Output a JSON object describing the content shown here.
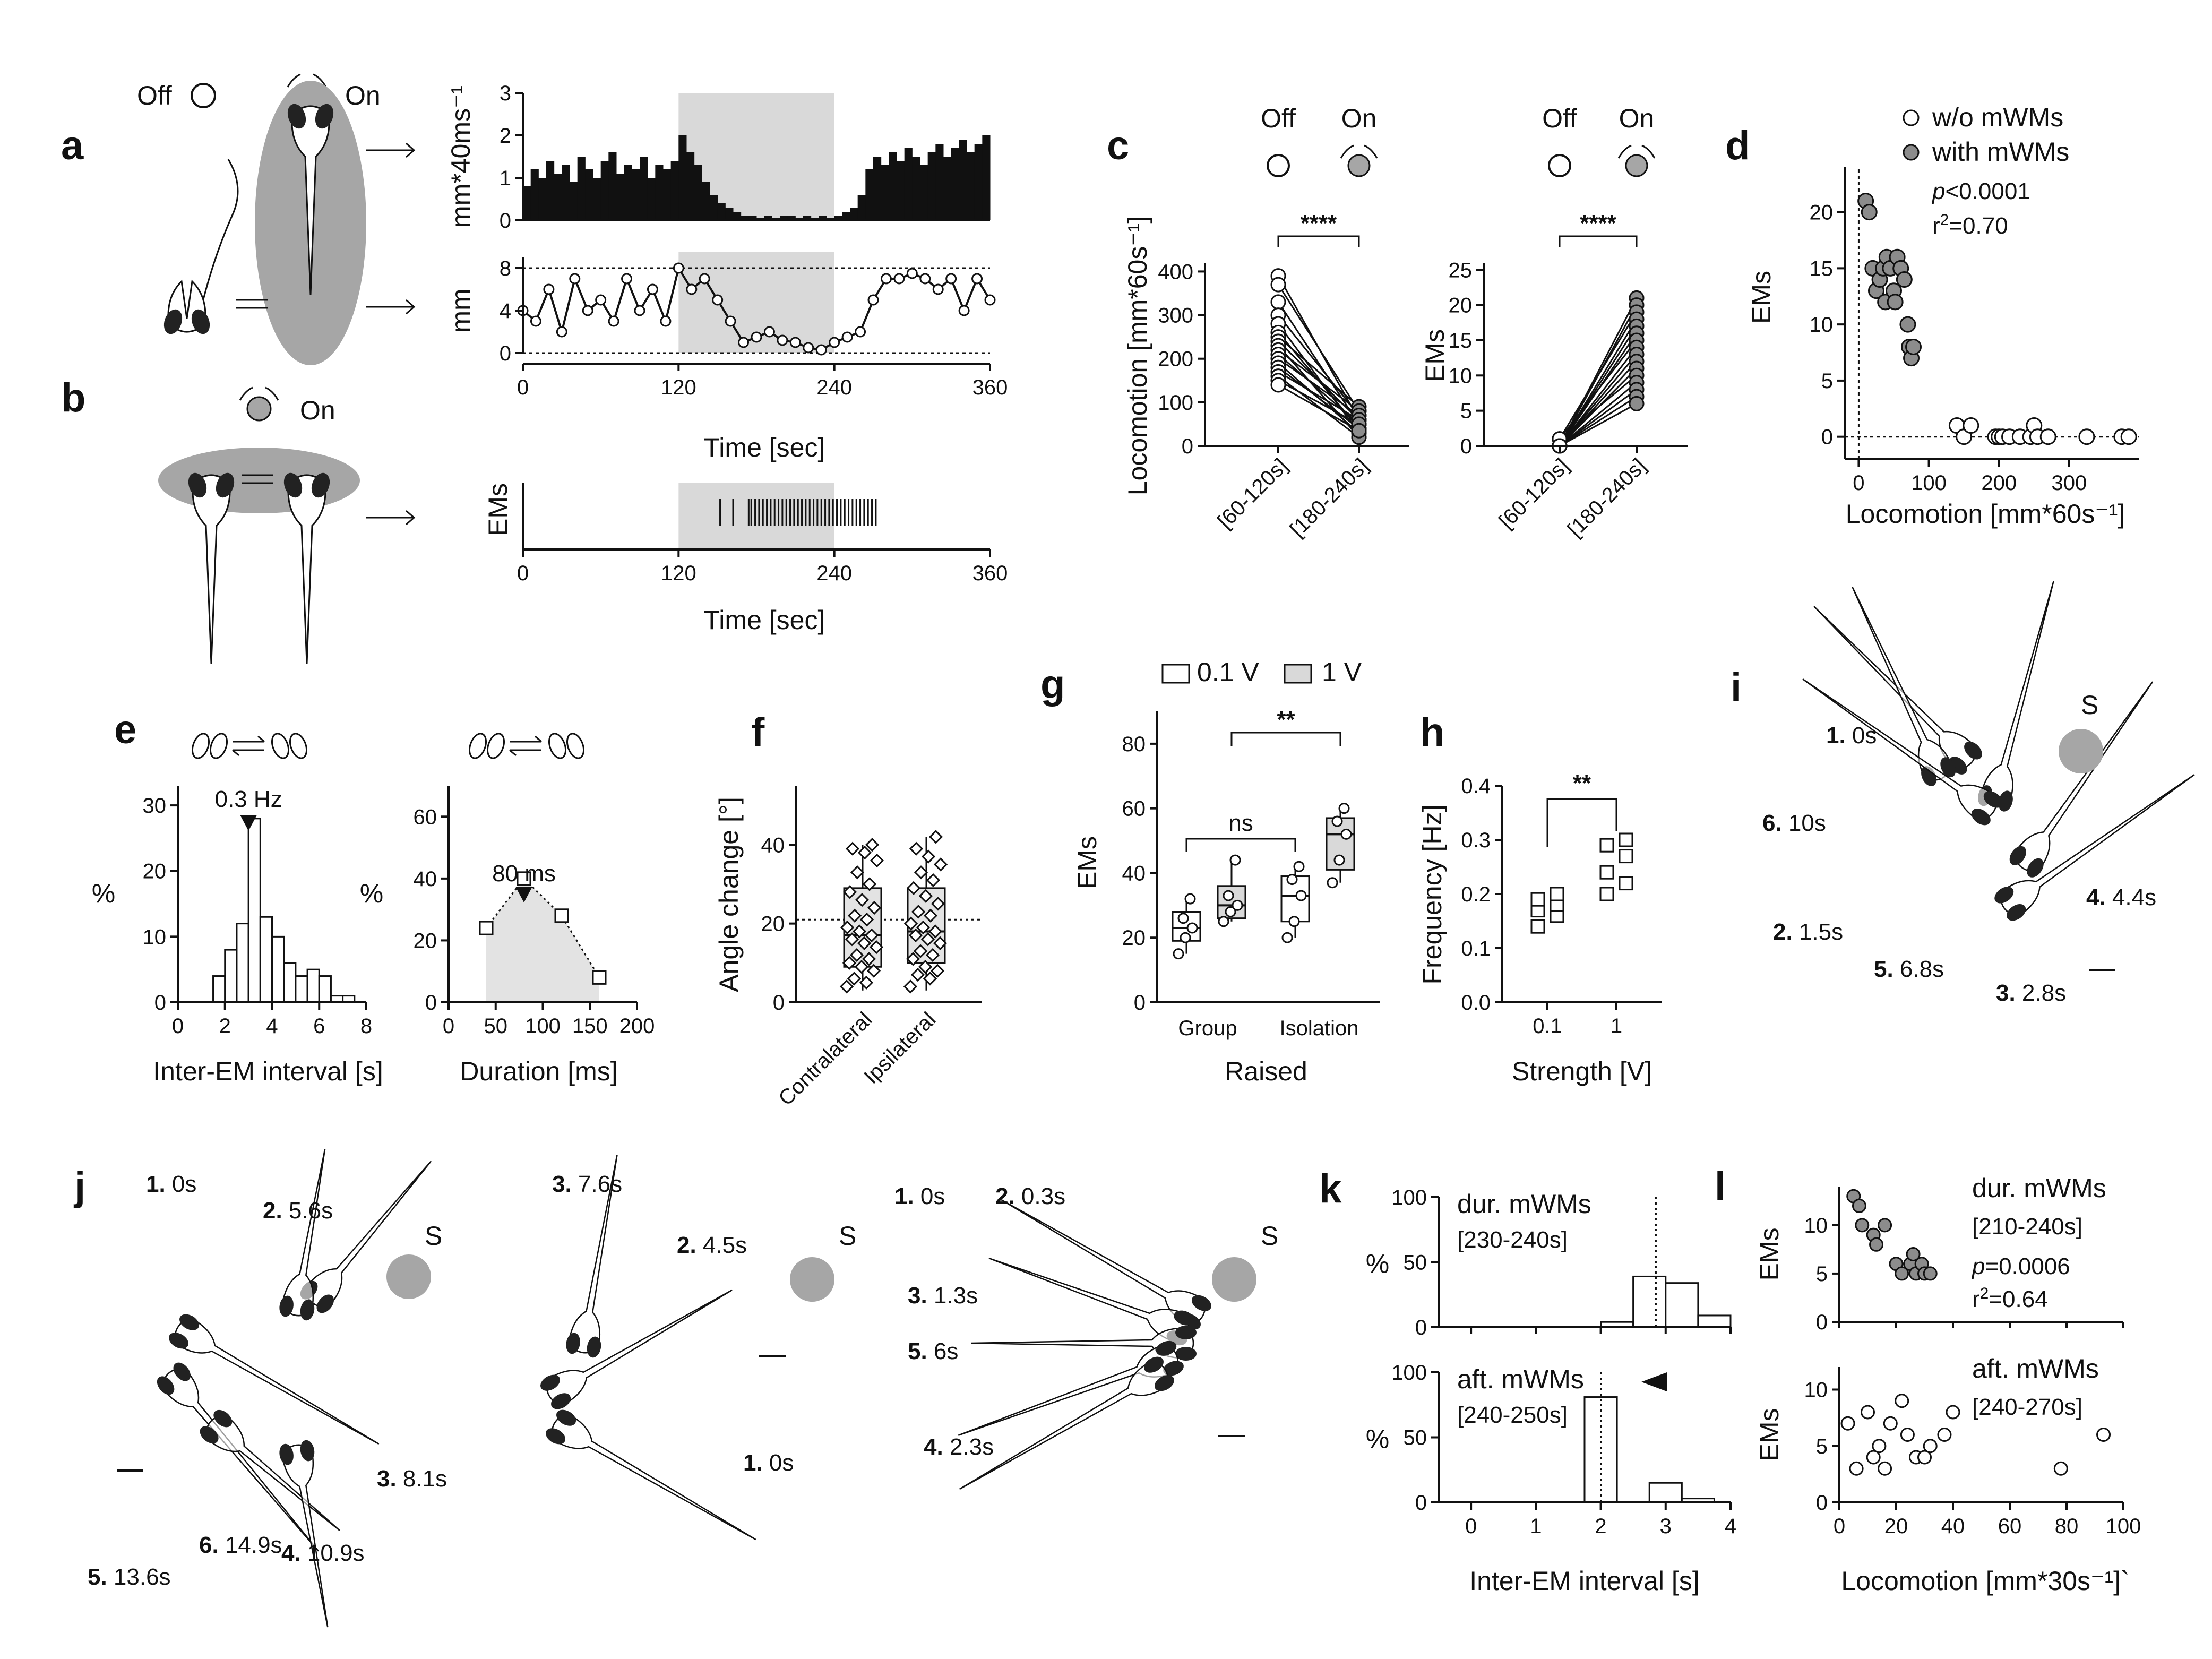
{
  "panel_labels": {
    "a": "a",
    "b": "b",
    "c": "c",
    "d": "d",
    "e": "e",
    "f": "f",
    "g": "g",
    "h": "h",
    "i": "i",
    "j": "j",
    "k": "k",
    "l": "l"
  },
  "stim": {
    "off": "Off",
    "on": "On"
  },
  "panel_i": {
    "source": "S",
    "labels": [
      {
        "n": "1.",
        "t": "0s"
      },
      {
        "n": "6.",
        "t": "10s"
      },
      {
        "n": "2.",
        "t": "1.5s"
      },
      {
        "n": "5.",
        "t": "6.8s"
      },
      {
        "n": "3.",
        "t": "2.8s"
      },
      {
        "n": "4.",
        "t": "4.4s"
      }
    ]
  },
  "panel_j": {
    "source": "S",
    "left": [
      {
        "n": "1.",
        "t": "0s"
      },
      {
        "n": "2.",
        "t": "5.6s"
      },
      {
        "n": "3.",
        "t": "8.1s"
      },
      {
        "n": "4.",
        "t": "10.9s"
      },
      {
        "n": "6.",
        "t": "14.9s"
      },
      {
        "n": "5.",
        "t": "13.6s"
      }
    ],
    "middle": [
      {
        "n": "3.",
        "t": "7.6s"
      },
      {
        "n": "2.",
        "t": "4.5s"
      },
      {
        "n": "1.",
        "t": "0s"
      }
    ],
    "right": [
      {
        "n": "1.",
        "t": "0s"
      },
      {
        "n": "2.",
        "t": "0.3s"
      },
      {
        "n": "3.",
        "t": "1.3s"
      },
      {
        "n": "5.",
        "t": "6s"
      },
      {
        "n": "4.",
        "t": "2.3s"
      }
    ]
  },
  "chart_data": [
    {
      "id": "a_top",
      "type": "bar",
      "ylabel": "mm*40ms⁻¹",
      "xlim": [
        0,
        360
      ],
      "ylim": [
        0,
        3
      ],
      "yticks": [
        "0",
        "1",
        "2",
        "3"
      ],
      "shaded": [
        120,
        240
      ],
      "x": [
        0,
        6,
        12,
        18,
        24,
        30,
        36,
        42,
        48,
        54,
        60,
        66,
        72,
        78,
        84,
        90,
        96,
        102,
        108,
        114,
        120,
        126,
        132,
        138,
        144,
        150,
        156,
        162,
        168,
        174,
        180,
        186,
        192,
        198,
        204,
        210,
        216,
        222,
        228,
        234,
        240,
        246,
        252,
        258,
        264,
        270,
        276,
        282,
        288,
        294,
        300,
        306,
        312,
        318,
        324,
        330,
        336,
        342,
        348,
        354
      ],
      "values": [
        0.8,
        1.2,
        1.0,
        1.4,
        1.1,
        1.3,
        0.9,
        1.5,
        1.2,
        1.0,
        1.4,
        1.6,
        1.1,
        1.3,
        1.2,
        1.5,
        1.0,
        1.3,
        1.2,
        1.4,
        2.0,
        1.6,
        1.3,
        0.9,
        0.6,
        0.4,
        0.3,
        0.2,
        0.1,
        0.1,
        0.05,
        0.1,
        0.05,
        0.1,
        0.1,
        0.05,
        0.1,
        0.05,
        0.1,
        0.05,
        0.1,
        0.2,
        0.3,
        0.6,
        1.2,
        1.5,
        1.3,
        1.6,
        1.4,
        1.7,
        1.5,
        1.3,
        1.6,
        1.8,
        1.5,
        1.7,
        1.9,
        1.6,
        1.8,
        2.0
      ]
    },
    {
      "id": "a_mid",
      "type": "scatter",
      "ylabel": "mm",
      "xlabel": "Time [sec]",
      "xlim": [
        0,
        360
      ],
      "ylim": [
        0,
        8
      ],
      "yticks": [
        "0",
        "4",
        "8"
      ],
      "xticks": [
        "0",
        "120",
        "240",
        "360"
      ],
      "shaded": [
        120,
        240
      ],
      "x": [
        0,
        10,
        20,
        30,
        40,
        50,
        60,
        70,
        80,
        90,
        100,
        110,
        120,
        130,
        140,
        150,
        160,
        170,
        180,
        190,
        200,
        210,
        220,
        230,
        240,
        250,
        260,
        270,
        280,
        290,
        300,
        310,
        320,
        330,
        340,
        350,
        360
      ],
      "y": [
        4,
        3,
        6,
        2,
        7,
        4,
        5,
        3,
        7,
        4,
        6,
        3,
        8,
        6,
        7,
        5,
        3,
        1,
        1.5,
        2,
        1.2,
        1,
        0.5,
        0.3,
        1,
        1.5,
        2,
        5,
        7,
        7,
        7.5,
        7,
        6,
        7,
        4,
        7,
        5
      ]
    },
    {
      "id": "b",
      "type": "event",
      "ylabel": "EMs",
      "xlabel": "Time [sec]",
      "xlim": [
        0,
        360
      ],
      "xticks": [
        "0",
        "120",
        "240",
        "360"
      ],
      "shaded": [
        120,
        240
      ],
      "events": [
        152,
        162,
        174,
        176,
        179,
        182,
        185,
        188,
        191,
        194,
        197,
        200,
        203,
        206,
        209,
        212,
        215,
        218,
        221,
        224,
        227,
        230,
        233,
        236,
        239,
        242,
        245,
        248,
        251,
        254,
        257,
        260,
        263,
        266,
        269,
        272
      ]
    },
    {
      "id": "c_left",
      "type": "paired",
      "ylabel": "Locomotion [mm*60s⁻¹]",
      "categories": [
        "[60-120s]",
        "[180-240s]"
      ],
      "ylim": [
        0,
        400
      ],
      "yticks": [
        "0",
        "100",
        "200",
        "300",
        "400"
      ],
      "significance": "****",
      "pairs": [
        [
          390,
          60
        ],
        [
          370,
          80
        ],
        [
          330,
          50
        ],
        [
          300,
          70
        ],
        [
          280,
          30
        ],
        [
          260,
          40
        ],
        [
          250,
          90
        ],
        [
          240,
          60
        ],
        [
          230,
          20
        ],
        [
          220,
          80
        ],
        [
          210,
          50
        ],
        [
          200,
          70
        ],
        [
          190,
          30
        ],
        [
          180,
          40
        ],
        [
          170,
          60
        ],
        [
          160,
          20
        ],
        [
          150,
          50
        ],
        [
          140,
          35
        ]
      ]
    },
    {
      "id": "c_right",
      "type": "paired",
      "ylabel": "EMs",
      "categories": [
        "[60-120s]",
        "[180-240s]"
      ],
      "ylim": [
        0,
        25
      ],
      "yticks": [
        "0",
        "5",
        "10",
        "15",
        "20",
        "25"
      ],
      "significance": "****",
      "pairs": [
        [
          0,
          21
        ],
        [
          0,
          20
        ],
        [
          1,
          19
        ],
        [
          0,
          18
        ],
        [
          0,
          17
        ],
        [
          0,
          16
        ],
        [
          1,
          15
        ],
        [
          0,
          14
        ],
        [
          0,
          13
        ],
        [
          0,
          12
        ],
        [
          0,
          11
        ],
        [
          1,
          10
        ],
        [
          0,
          9
        ],
        [
          0,
          8
        ],
        [
          0,
          7
        ],
        [
          0,
          6
        ]
      ]
    },
    {
      "id": "d",
      "type": "scatter",
      "xlabel": "Locomotion [mm*60s⁻¹]",
      "ylabel": "EMs",
      "xlim": [
        -20,
        400
      ],
      "ylim": [
        -2,
        24
      ],
      "xticks": [
        "0",
        "100",
        "200",
        "300"
      ],
      "yticks": [
        "0",
        "5",
        "10",
        "15",
        "20"
      ],
      "legend": [
        "w/o mWMs",
        "with mWMs"
      ],
      "p_label": "p",
      "p_value": "<0.0001",
      "r2_label": "r",
      "r2_sup": "2",
      "r2_value": "=0.70",
      "series": [
        {
          "name": "w/o mWMs",
          "color": "#ffffff",
          "x": [
            140,
            150,
            160,
            195,
            200,
            205,
            215,
            230,
            245,
            250,
            255,
            270,
            325,
            375,
            385
          ],
          "y": [
            1,
            0,
            1,
            0,
            0,
            0,
            0,
            0,
            0,
            1,
            0,
            0,
            0,
            0,
            0
          ]
        },
        {
          "name": "with mWMs",
          "color": "#8c8c8c",
          "x": [
            10,
            15,
            20,
            25,
            30,
            35,
            38,
            40,
            45,
            50,
            52,
            55,
            60,
            65,
            70,
            72,
            75,
            78
          ],
          "y": [
            21,
            20,
            15,
            13,
            14,
            15,
            12,
            16,
            15,
            13,
            12,
            16,
            15,
            14,
            10,
            8,
            7,
            8
          ]
        }
      ]
    },
    {
      "id": "e_left",
      "type": "histogram",
      "xlabel": "Inter-EM interval [s]",
      "ylabel": "%",
      "xlim": [
        0,
        8
      ],
      "ylim": [
        0,
        33
      ],
      "xticks": [
        "0",
        "2",
        "4",
        "6",
        "8"
      ],
      "yticks": [
        "0",
        "10",
        "20",
        "30"
      ],
      "annotation": "0.3 Hz",
      "annotation_x": 3,
      "bins": [
        [
          1.5,
          2
        ],
        [
          2,
          2.5
        ],
        [
          2.5,
          3
        ],
        [
          3,
          3.5
        ],
        [
          3.5,
          4
        ],
        [
          4,
          4.5
        ],
        [
          4.5,
          5
        ],
        [
          5,
          5.5
        ],
        [
          5.5,
          6
        ],
        [
          6,
          6.5
        ],
        [
          6.5,
          7
        ],
        [
          7,
          7.5
        ]
      ],
      "values": [
        4,
        8,
        12,
        28,
        13,
        10,
        6,
        4,
        5,
        4,
        1,
        1
      ]
    },
    {
      "id": "e_right",
      "type": "area_line",
      "xlabel": "Duration [ms]",
      "ylabel": "%",
      "xlim": [
        0,
        200
      ],
      "ylim": [
        0,
        70
      ],
      "xticks": [
        "0",
        "50",
        "100",
        "150",
        "200"
      ],
      "yticks": [
        "0",
        "20",
        "40",
        "60"
      ],
      "annotation": "80 ms",
      "annotation_x": 80,
      "x": [
        40,
        80,
        120,
        160
      ],
      "y": [
        24,
        40,
        28,
        8
      ]
    },
    {
      "id": "f",
      "type": "box",
      "ylabel": "Angle change [°]",
      "categories": [
        "Contralateral",
        "Ipsilateral"
      ],
      "ylim": [
        0,
        55
      ],
      "yticks": [
        "0",
        "20",
        "40"
      ],
      "refline": 21,
      "boxes": [
        {
          "min": 3,
          "q1": 9,
          "median": 17,
          "q3": 29,
          "max": 40
        },
        {
          "min": 3,
          "q1": 10,
          "median": 18,
          "q3": 29,
          "max": 42
        }
      ],
      "points": [
        [
          4,
          5,
          6,
          8,
          9,
          10,
          11,
          12,
          14,
          15,
          16,
          17,
          18,
          19,
          21,
          22,
          24,
          26,
          28,
          30,
          33,
          36,
          38,
          39,
          40
        ],
        [
          4,
          6,
          7,
          8,
          9,
          11,
          12,
          13,
          15,
          16,
          17,
          18,
          19,
          20,
          22,
          23,
          25,
          27,
          29,
          31,
          33,
          35,
          37,
          39,
          42
        ]
      ]
    },
    {
      "id": "g",
      "type": "box",
      "ylabel": "EMs",
      "xlabel": "Raised",
      "categories": [
        "Group",
        "Isolation"
      ],
      "ylim": [
        0,
        90
      ],
      "yticks": [
        "0",
        "20",
        "40",
        "60",
        "80"
      ],
      "legend": [
        "0.1 V",
        "1 V"
      ],
      "sig_low": "ns",
      "sig_high": "**",
      "boxes": [
        {
          "group": "Group",
          "series": "0.1 V",
          "min": 15,
          "q1": 19,
          "median": 23,
          "q3": 28,
          "max": 32,
          "points": [
            15,
            20,
            23,
            26,
            32
          ]
        },
        {
          "group": "Group",
          "series": "1 V",
          "min": 25,
          "q1": 26,
          "median": 30,
          "q3": 36,
          "max": 44,
          "points": [
            25,
            28,
            30,
            33,
            44
          ]
        },
        {
          "group": "Isolation",
          "series": "0.1 V",
          "min": 20,
          "q1": 25,
          "median": 33,
          "q3": 39,
          "max": 42,
          "points": [
            20,
            25,
            33,
            38,
            42
          ]
        },
        {
          "group": "Isolation",
          "series": "1 V",
          "min": 37,
          "q1": 41,
          "median": 52,
          "q3": 57,
          "max": 60,
          "points": [
            37,
            44,
            52,
            56,
            60
          ]
        }
      ]
    },
    {
      "id": "h",
      "type": "scatter",
      "xlabel": "Strength [V]",
      "ylabel": "Frequency [Hz]",
      "categories": [
        "0.1",
        "1"
      ],
      "ylim": [
        0,
        0.4
      ],
      "yticks": [
        "0.0",
        "0.1",
        "0.2",
        "0.3",
        "0.4"
      ],
      "significance": "**",
      "series": [
        {
          "name": "0.1",
          "y": [
            0.14,
            0.16,
            0.17,
            0.18,
            0.19,
            0.2
          ]
        },
        {
          "name": "1",
          "y": [
            0.2,
            0.22,
            0.24,
            0.27,
            0.29,
            0.3
          ]
        }
      ]
    },
    {
      "id": "k_top",
      "type": "histogram",
      "ylabel": "%",
      "title": "dur. mWMs",
      "subtitle": "[230-240s]",
      "xlim": [
        -0.5,
        4
      ],
      "ylim": [
        0,
        100
      ],
      "yticks": [
        "0",
        "50",
        "100"
      ],
      "refline": 2.85,
      "bins": [
        [
          2,
          2.5
        ],
        [
          2.5,
          3
        ],
        [
          3,
          3.5
        ],
        [
          3.5,
          4
        ]
      ],
      "values": [
        4,
        39,
        34,
        9
      ]
    },
    {
      "id": "k_bottom",
      "type": "histogram",
      "ylabel": "%",
      "xlabel": "Inter-EM interval [s]",
      "title": "aft. mWMs",
      "subtitle": "[240-250s]",
      "xlim": [
        -0.5,
        4
      ],
      "ylim": [
        0,
        100
      ],
      "xticks": [
        "0",
        "1",
        "2",
        "3",
        "4"
      ],
      "yticks": [
        "0",
        "50",
        "100"
      ],
      "refline": 2.0,
      "bins": [
        [
          1.75,
          2.25
        ],
        [
          2.75,
          3.25
        ],
        [
          3.25,
          3.75
        ]
      ],
      "values": [
        81,
        15,
        3
      ]
    },
    {
      "id": "l_top",
      "type": "scatter",
      "ylabel": "EMs",
      "title": "dur. mWMs",
      "subtitle": "[210-240s]",
      "p_label": "p",
      "p_value": "=0.0006",
      "r2_label": "r",
      "r2_sup": "2",
      "r2_value": "=0.64",
      "xlim": [
        0,
        100
      ],
      "ylim": [
        0,
        14
      ],
      "yticks": [
        "0",
        "5",
        "10"
      ],
      "x": [
        5,
        7,
        8,
        12,
        13,
        16,
        20,
        22,
        25,
        26,
        27,
        29,
        30,
        32
      ],
      "y": [
        13,
        12,
        10,
        9,
        8,
        10,
        6,
        5,
        6,
        7,
        5,
        6,
        5,
        5
      ]
    },
    {
      "id": "l_bottom",
      "type": "scatter",
      "ylabel": "EMs",
      "xlabel": "Locomotion [mm*30s⁻¹]`",
      "title": "aft. mWMs",
      "subtitle": "[240-270s]",
      "xlim": [
        0,
        100
      ],
      "ylim": [
        0,
        12
      ],
      "xticks": [
        "0",
        "20",
        "40",
        "60",
        "80",
        "100"
      ],
      "yticks": [
        "0",
        "5",
        "10"
      ],
      "x": [
        3,
        6,
        10,
        12,
        14,
        16,
        18,
        22,
        24,
        27,
        30,
        32,
        37,
        40,
        78,
        93
      ],
      "y": [
        7,
        3,
        8,
        4,
        5,
        3,
        7,
        9,
        6,
        4,
        4,
        5,
        6,
        8,
        3,
        6
      ]
    }
  ]
}
